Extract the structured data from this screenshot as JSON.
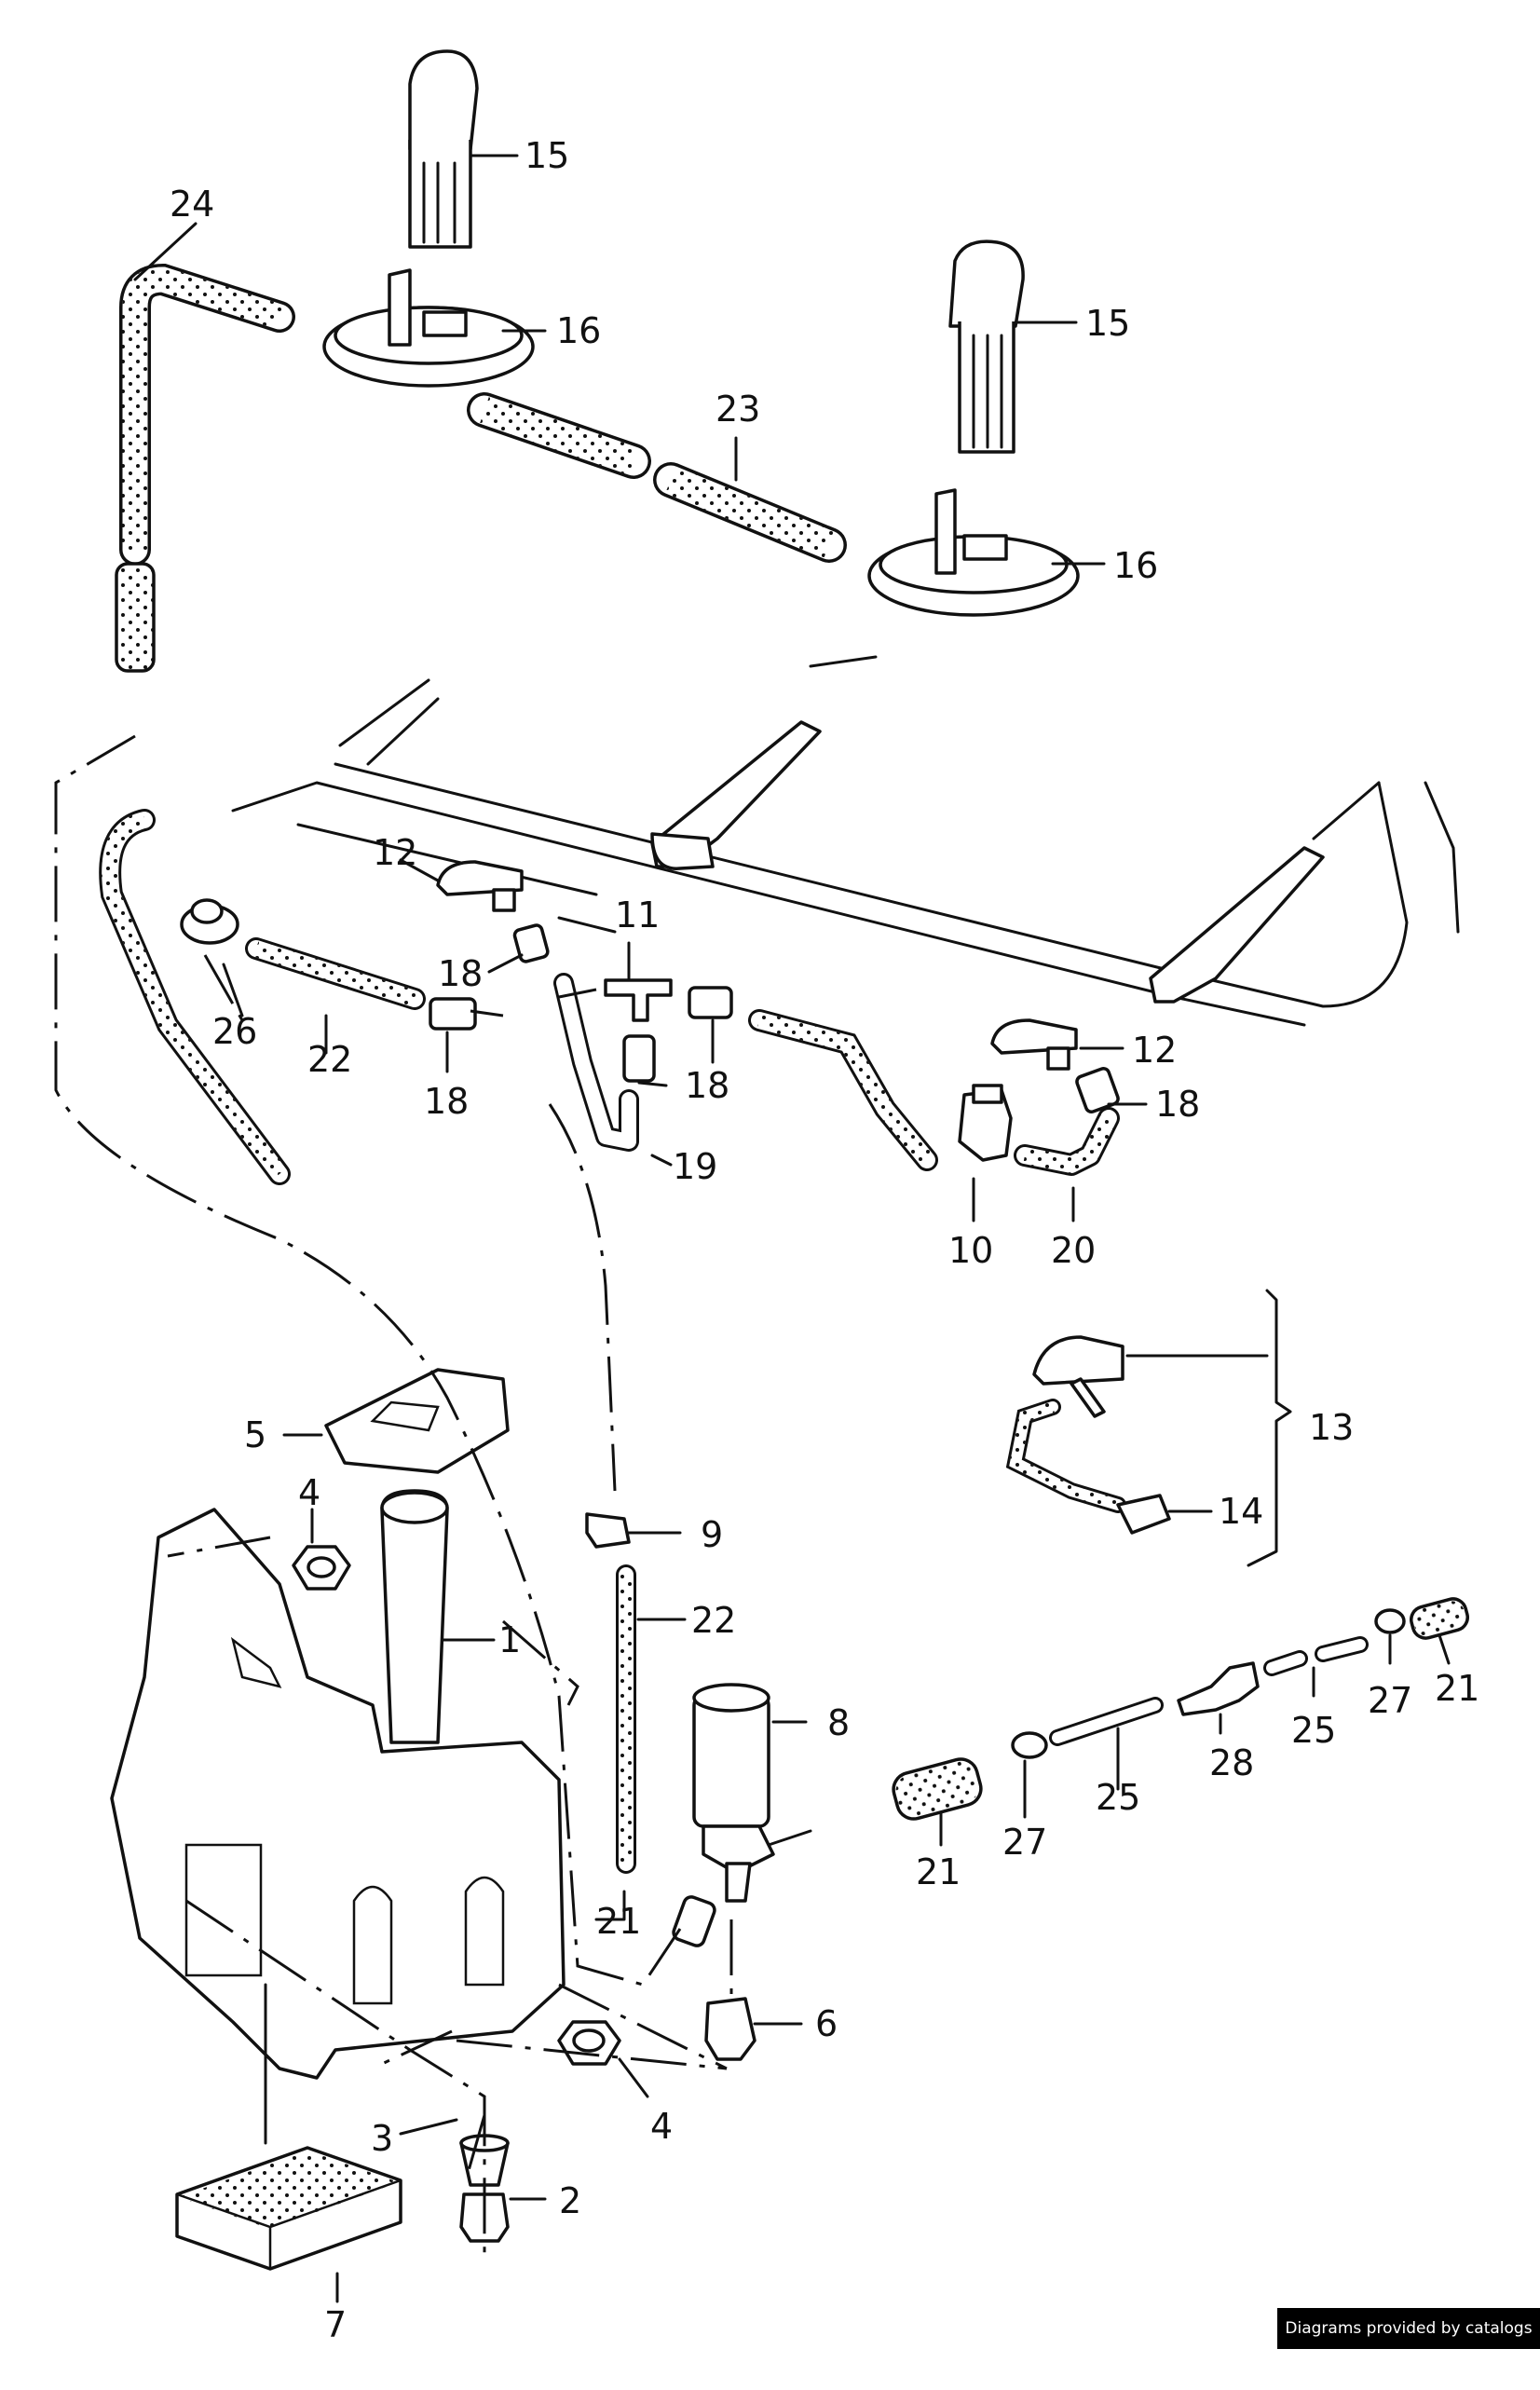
{
  "callouts": [
    "1",
    "2",
    "3",
    "4",
    "5",
    "6",
    "7",
    "8",
    "9",
    "10",
    "11",
    "12",
    "13",
    "14",
    "15",
    "16",
    "18",
    "19",
    "20",
    "21",
    "22",
    "23",
    "24",
    "25",
    "26",
    "27",
    "28"
  ],
  "credit": "Diagrams provided by catalogs parts"
}
